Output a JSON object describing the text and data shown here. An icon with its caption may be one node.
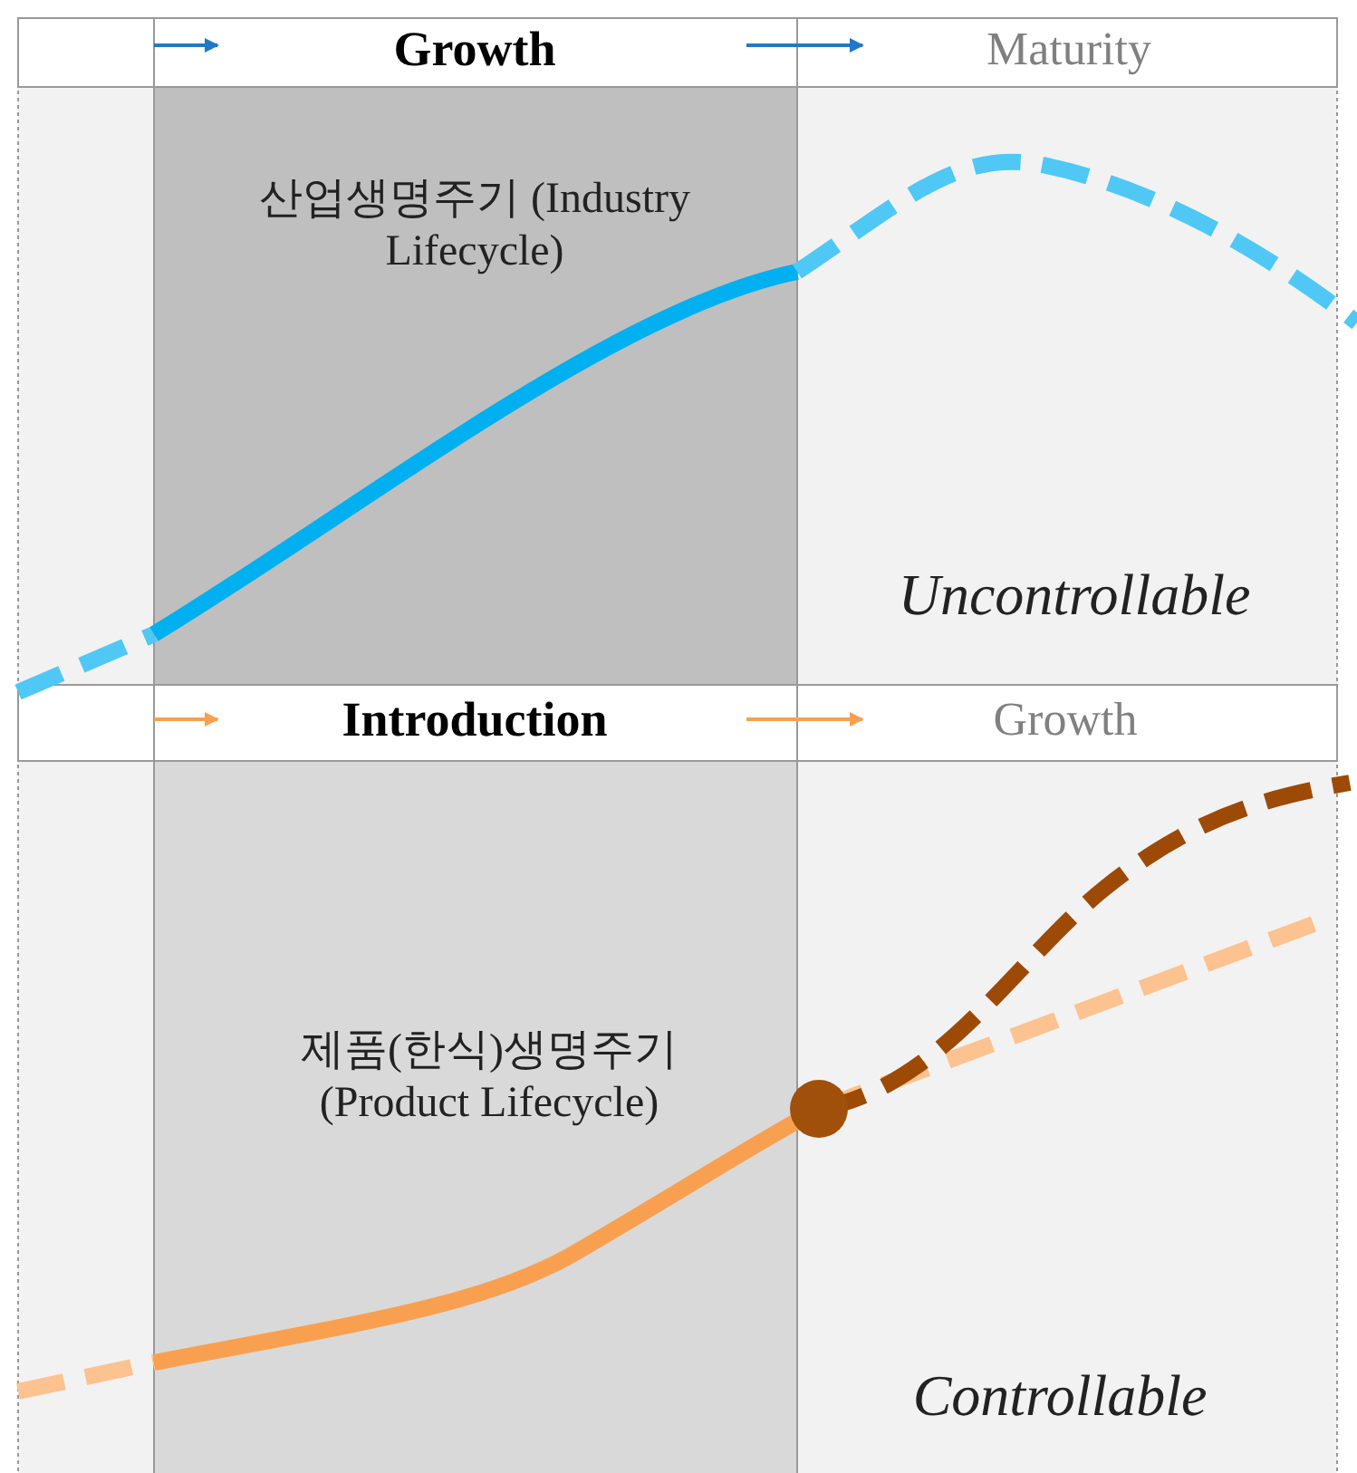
{
  "diagram": {
    "labels": [
      "Growth",
      "Maturity",
      "산업생명주기 (Industry Lifecycle)",
      "Uncontrollable",
      "Introduction",
      "Growth",
      "제품(한식)생명주기 (Product Lifecycle)",
      "Controllable"
    ]
  }
}
